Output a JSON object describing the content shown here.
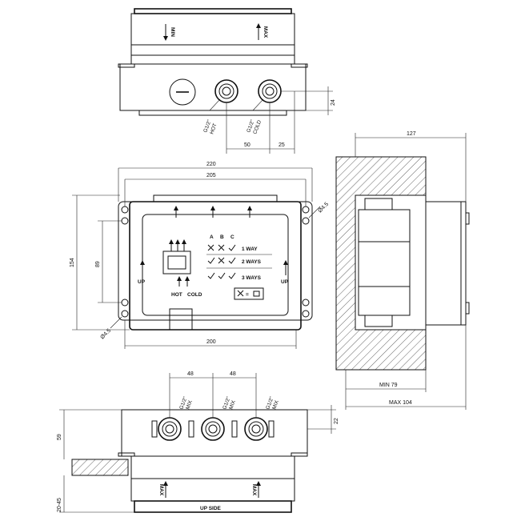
{
  "top_view": {
    "min_label": "MIN",
    "max_label": "MAX",
    "ports": [
      {
        "thread": "G1/2\"",
        "name": "HOT"
      },
      {
        "thread": "G1/2\"",
        "name": "COLD"
      }
    ],
    "dims": {
      "spacing_hot_cold": "50",
      "offset_cold": "25",
      "depth": "24"
    }
  },
  "front_view": {
    "dims": {
      "outer_width": "220",
      "hole_pitch": "205",
      "body_width": "200",
      "overall_height": "154",
      "hole_height": "89",
      "hole_dia_top": "Ø4.5",
      "hole_dia_bottom": "Ø4.5"
    },
    "up_left": "UP",
    "up_right": "UP",
    "columns": [
      "A",
      "B",
      "C"
    ],
    "ways": [
      "1 WAY",
      "2 WAYS",
      "3 WAYS"
    ],
    "inlet_labels": {
      "hot": "HOT",
      "cold": "COLD"
    },
    "legend_equals": "="
  },
  "side_view": {
    "dims": {
      "width_top": "127",
      "min_depth": "MIN 79",
      "max_depth": "MAX 104"
    }
  },
  "bottom_view": {
    "ports": [
      {
        "thread": "G1/2\"",
        "name": "MIX"
      },
      {
        "thread": "G1/2\"",
        "name": "MIX"
      },
      {
        "thread": "G1/2\"",
        "name": "MIX"
      }
    ],
    "dims": {
      "spacing_1": "48",
      "spacing_2": "48",
      "depth": "22",
      "height": "59",
      "wall": "20-45"
    },
    "max_left": "MAX",
    "max_right": "MAX",
    "up_side": "UP  SIDE"
  }
}
